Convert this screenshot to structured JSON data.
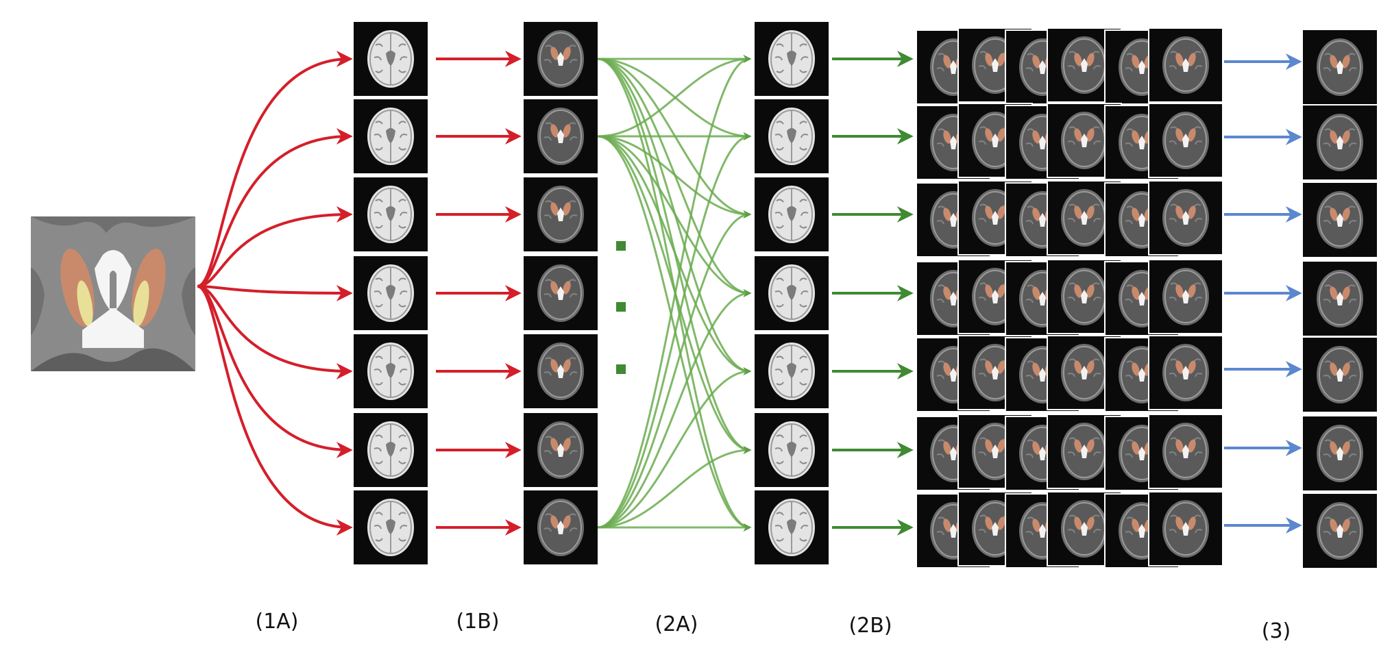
{
  "labels": {
    "stage_1a": "(1A)",
    "stage_1b": "(1B)",
    "stage_2a": "(2A)",
    "stage_2b": "(2B)",
    "stage_3": "(3)"
  },
  "colors": {
    "arrow_1": "#d41f2a",
    "arrow_2": "#3f8a32",
    "arrow_2a_curves": "#6aac4f",
    "arrow_3": "#5b87cf",
    "thumb_bg": "#0a0a0a",
    "atlas_bg": "#8a8a8a",
    "structure_orange": "#c98a6c",
    "structure_yellow": "#e8e098"
  },
  "columns": [
    {
      "name": "atlas-templates",
      "count": 7,
      "style": "t1"
    },
    {
      "name": "labeled-atlases",
      "count": 7,
      "style": "labeled"
    },
    {
      "name": "target-images",
      "count": 7,
      "style": "t1"
    },
    {
      "name": "registered-candidates",
      "count": 7,
      "style": "stack"
    },
    {
      "name": "fused-results",
      "count": 7,
      "style": "labeled"
    }
  ],
  "ellipsis": "vertical-dots"
}
